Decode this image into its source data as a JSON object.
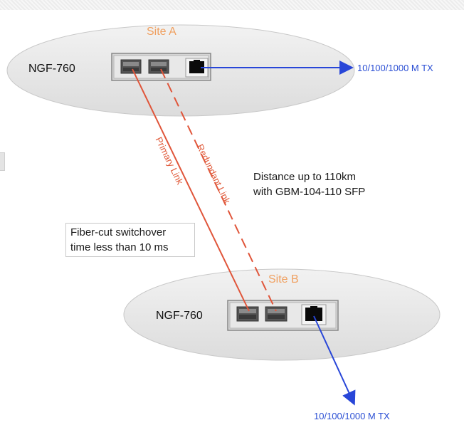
{
  "site_a": {
    "label": "Site A",
    "device": "NGF-760",
    "uplink": "10/100/1000 M TX"
  },
  "site_b": {
    "label": "Site B",
    "device": "NGF-760",
    "uplink": "10/100/1000 M TX"
  },
  "links": {
    "primary": "Primary Link",
    "redundant": "Redundant Link"
  },
  "notes": {
    "distance": "Distance up to 110km\nwith GBM-104-110 SFP",
    "switchover": "Fiber-cut switchover\ntime less than 10 ms"
  },
  "colors": {
    "link": "#e0553a",
    "uplink": "#2846d8",
    "site_label": "#f0a060",
    "ellipse": "#e6e6e6"
  }
}
